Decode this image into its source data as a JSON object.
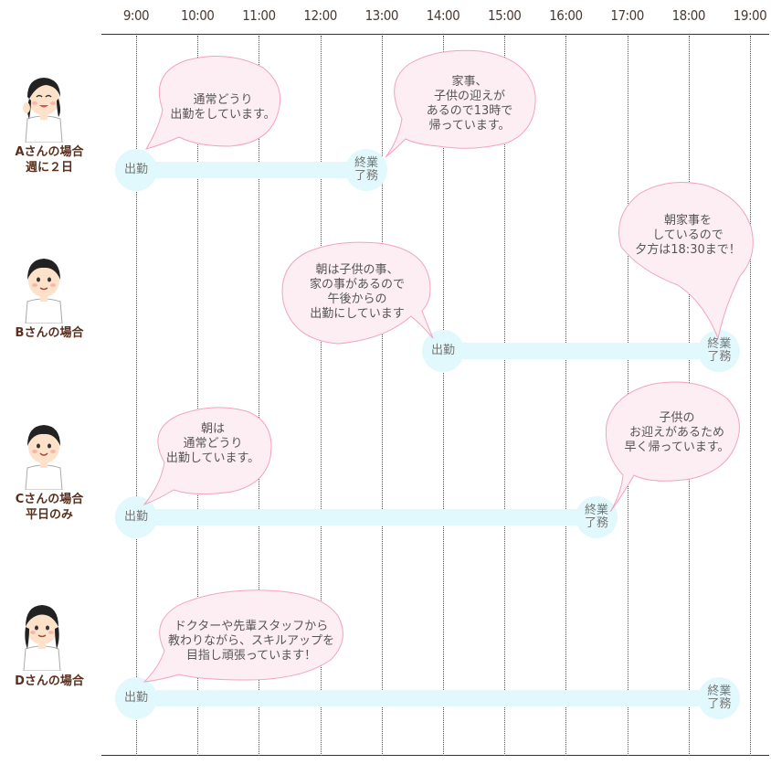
{
  "hours": [
    "9:00",
    "10:00",
    "11:00",
    "12:00",
    "13:00",
    "14:00",
    "15:00",
    "16:00",
    "17:00",
    "18:00",
    "19:00"
  ],
  "start_label": "出勤",
  "end_label": "終業了務",
  "rows": [
    {
      "id": "a",
      "label": "Aさんの場合\n週に２日",
      "start": "9:00",
      "end": "12:45",
      "bubbles": [
        {
          "text": "通常どうり\n出勤をしています。"
        },
        {
          "text": "家事、\n子供の迎えが\nあるので13時で\n帰っています。"
        }
      ]
    },
    {
      "id": "b",
      "label": "Bさんの場合",
      "start": "14:00",
      "end": "18:30",
      "bubbles": [
        {
          "text": "朝は子供の事、\n家の事があるので\n午後からの\n出勤にしています"
        },
        {
          "text": "朝家事を\nしているので\n夕方は18:30まで！"
        }
      ]
    },
    {
      "id": "c",
      "label": "Cさんの場合\n平日のみ",
      "start": "9:00",
      "end": "16:30",
      "bubbles": [
        {
          "text": "朝は\n通常どうり\n出勤しています。"
        },
        {
          "text": "子供の\nお迎えがあるため\n早く帰っています。"
        }
      ]
    },
    {
      "id": "d",
      "label": "Dさんの場合",
      "start": "9:00",
      "end": "18:30",
      "bubbles": [
        {
          "text": "ドクターや先輩スタッフから\n教わりながら、スキルアップを\n目指し頑張っています！"
        }
      ]
    }
  ],
  "colors": {
    "bar": "#e1f8fc",
    "bubble_fill": "#fdeef4",
    "bubble_stroke": "#f4a3bf",
    "label": "#5a2f1d",
    "axis": "#333333"
  }
}
